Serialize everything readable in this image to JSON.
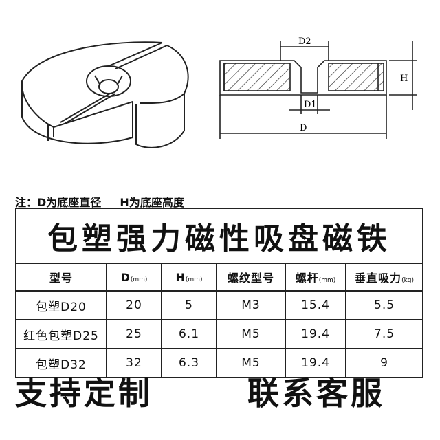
{
  "diagram": {
    "labels": {
      "d2": "D2",
      "d1": "D1",
      "d": "D",
      "h": "H"
    }
  },
  "note": "注：D为底座直径　  H为底座高度",
  "table": {
    "title": "包塑强力磁性吸盘磁铁",
    "headers": [
      {
        "label": "型号",
        "unit": ""
      },
      {
        "label": "D",
        "unit": "(mm)"
      },
      {
        "label": "H",
        "unit": "(mm)"
      },
      {
        "label": "螺纹型号",
        "unit": ""
      },
      {
        "label": "螺杆",
        "unit": "(mm)"
      },
      {
        "label": "垂直吸力",
        "unit": "(kg)"
      }
    ],
    "rows": [
      [
        "包塑D20",
        "20",
        "5",
        "M3",
        "15.4",
        "5.5"
      ],
      [
        "红色包塑D25",
        "25",
        "6.1",
        "M5",
        "19.4",
        "7.5"
      ],
      [
        "包塑D32",
        "32",
        "6.3",
        "M5",
        "19.4",
        "9"
      ]
    ]
  },
  "footer": {
    "left": "支持定制",
    "right": "联系客服"
  }
}
